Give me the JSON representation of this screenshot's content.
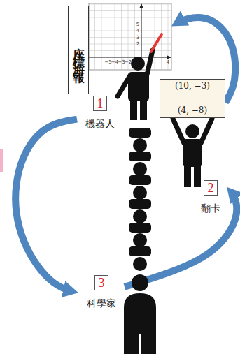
{
  "diagram": {
    "nodes": [
      {
        "text": [
          "座標海報"
        ]
      },
      {
        "text": [
          "1",
          "機器人"
        ]
      },
      {
        "text": [
          "(10, −3)",
          "(4, −8)"
        ]
      },
      {
        "text": [
          "2",
          "翻卡"
        ]
      },
      {
        "text": [
          "3",
          "科學家"
        ]
      }
    ],
    "edges": [
      {
        "from": 1,
        "to": 4,
        "arrow": "to"
      },
      {
        "from": 4,
        "to": 3,
        "arrow": "to"
      },
      {
        "from": 2,
        "to": 0,
        "arrow": "to"
      }
    ],
    "labels": [
      "−5",
      "−4",
      "−3",
      "−2",
      "4",
      "5",
      "4",
      "3",
      "2"
    ]
  }
}
